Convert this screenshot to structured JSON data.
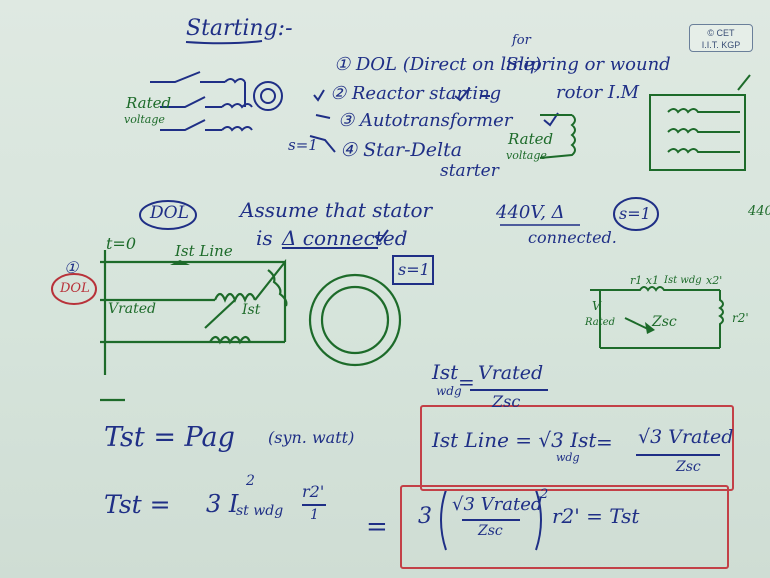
{
  "slide": {
    "logo": [
      "© CET",
      "I.I.T. KGP"
    ],
    "colors": {
      "ink_blue": "#1f2f86",
      "ink_green": "#1d6b2a",
      "ink_red": "#b8323a",
      "board": "#d6e4db"
    }
  },
  "notes": {
    "title": "Starting:-",
    "methods": [
      "① DOL (Direct on line)",
      "② Reactor starting",
      "③ Autotransformer",
      "④ Star-Delta",
      "starter"
    ],
    "for_label": "for",
    "slipring_line1": "Slipring or wound",
    "slipring_line2": "rotor I.M",
    "rated_voltage_1": "Rated",
    "rated_voltage_1b": "voltage",
    "s_eq_1": "s=1",
    "rated_voltage_2": "Rated",
    "rated_voltage_2b": "voltage",
    "dol_circle": "DOL",
    "assume_line1": "Assume that stator",
    "assume_line2_a": "is",
    "assume_line2_b": "Δ connected",
    "s_eq_box": "s=1",
    "right_440": "440V, Δ",
    "connected": "connected.",
    "s_eq_circle": "s=1",
    "v440_edge": "440",
    "one_dol_num": "①",
    "one_dol_label": "DOL",
    "t_eq_0": "t=0",
    "ist_line": "Ist Line",
    "v_rated": "Vrated",
    "ist": "Ist",
    "r1x1": "r1  x1",
    "ist_wdg_small": "Ist wdg",
    "x2": "x2'",
    "rated_small_v": "V",
    "rated_small": "Rated",
    "zsc_small": "Zsc",
    "r2_small": "r2'",
    "ist_wdg_eq_lhs": "Ist",
    "ist_wdg_eq_sub": "wdg",
    "ist_wdg_eq_num": "Vrated",
    "ist_wdg_eq_den": "Zsc",
    "tst_eq": "Tst  =  Pag",
    "syn_watt": "(syn. watt)",
    "box1_a": "Ist Line  =  √3  Ist",
    "box1_sub": "wdg",
    "box1_b": "=",
    "box1_num": "√3  Vrated",
    "box1_den": "Zsc",
    "tst2": "Tst =",
    "tst2_b": "3  I",
    "tst2_sup": "2",
    "tst2_sub": "st wdg",
    "tst2_frac_num": "r2'",
    "tst2_frac_den": "1",
    "equals": "=",
    "box2_a": "3",
    "box2_num": "√3  Vrated",
    "box2_den": "Zsc",
    "box2_b": "r2'  =  Tst",
    "box2_sup": "2"
  }
}
